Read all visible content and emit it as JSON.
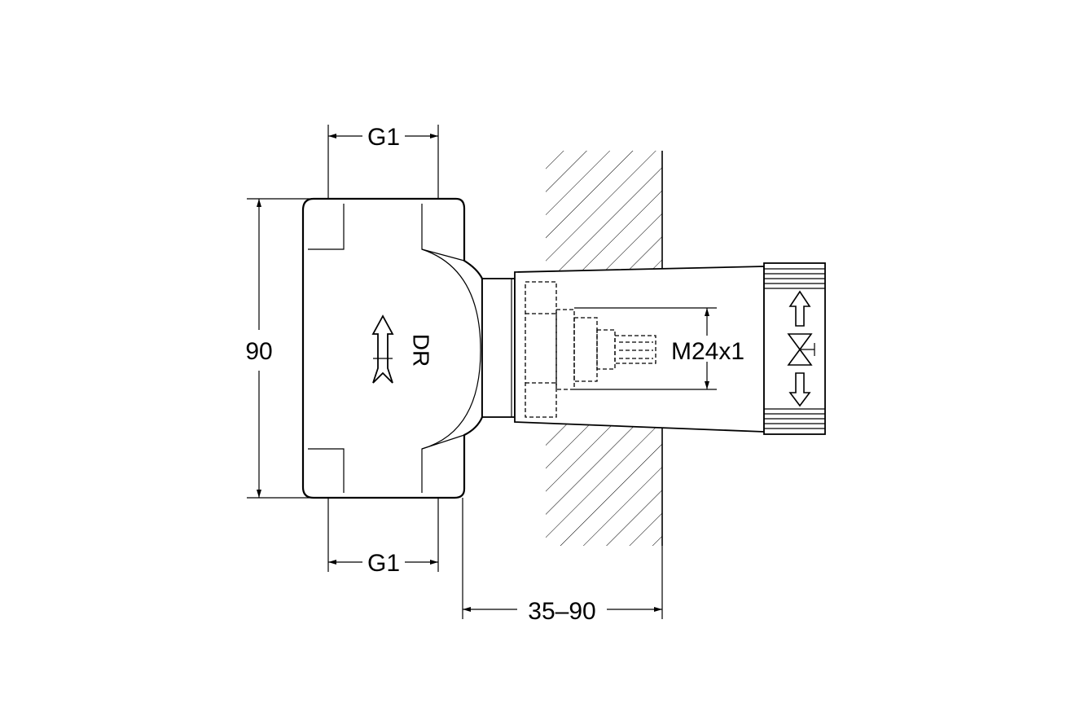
{
  "dimensions": {
    "top_port": "G1",
    "bottom_port": "G1",
    "height": "90",
    "wall_depth": "35–90",
    "thread": "M24x1"
  },
  "body_marking": "DR",
  "colors": {
    "line": "#000000",
    "background": "#ffffff"
  },
  "icons": [
    "flow-arrow-icon",
    "open-arrow-icon",
    "valve-symbol-icon",
    "close-arrow-icon"
  ]
}
